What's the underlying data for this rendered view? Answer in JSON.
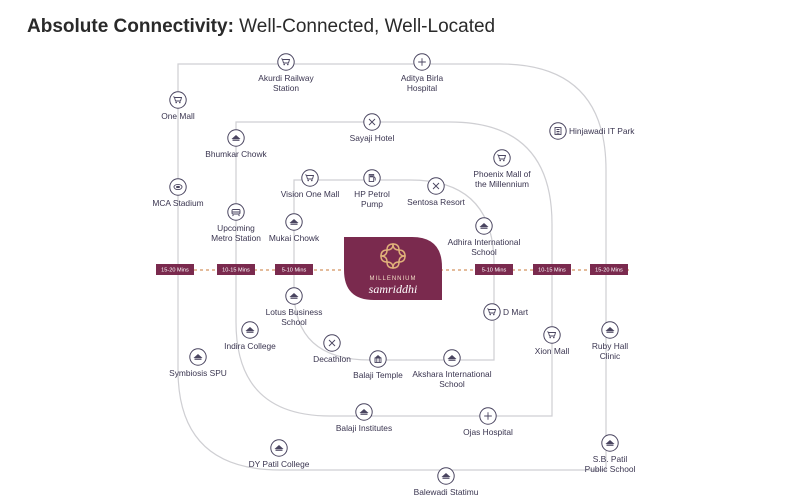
{
  "title": {
    "bold": "Absolute Connectivity:",
    "rest": " Well-Connected, Well-Located"
  },
  "logo": {
    "top": "MILLENNIUM",
    "bottom": "samriddhi",
    "color": "#7a2a4e"
  },
  "accent_color": "#7a2a4e",
  "ring_tags": {
    "left": [
      "15-20 Mins",
      "10-15 Mins",
      "5-10 Mins"
    ],
    "right": [
      "5-10 Mins",
      "10-15 Mins",
      "15-20 Mins"
    ]
  },
  "places": [
    {
      "icon": "cart-icon",
      "label": [
        "Akurdi Railway",
        "Station"
      ]
    },
    {
      "icon": "plus-icon",
      "label": [
        "Aditya Birla",
        "Hospital"
      ]
    },
    {
      "icon": "cart-icon",
      "label": [
        "One Mall"
      ]
    },
    {
      "icon": "office-icon",
      "label": [
        "Hinjawadi IT Park"
      ]
    },
    {
      "icon": "cross-icon",
      "label": [
        "Sayaji Hotel"
      ]
    },
    {
      "icon": "cap-icon",
      "label": [
        "Bhumkar Chowk"
      ]
    },
    {
      "icon": "cart-icon",
      "label": [
        "Phoenix Mall of",
        "the Millennium"
      ]
    },
    {
      "icon": "stadium-icon",
      "label": [
        "MCA Stadium"
      ]
    },
    {
      "icon": "cart-icon",
      "label": [
        "Vision One Mall"
      ]
    },
    {
      "icon": "fuel-icon",
      "label": [
        "HP Petrol",
        "Pump"
      ]
    },
    {
      "icon": "cross-icon",
      "label": [
        "Sentosa Resort"
      ]
    },
    {
      "icon": "metro-icon",
      "label": [
        "Upcoming",
        "Metro Station"
      ]
    },
    {
      "icon": "cap-icon",
      "label": [
        "Mukai Chowk"
      ]
    },
    {
      "icon": "cap-icon",
      "label": [
        "Adhira International",
        "School"
      ]
    },
    {
      "icon": "cap-icon",
      "label": [
        "Lotus Business",
        "School"
      ]
    },
    {
      "icon": "cart-icon",
      "label": [
        "D Mart"
      ]
    },
    {
      "icon": "cap-icon",
      "label": [
        "Indira College"
      ]
    },
    {
      "icon": "cart-icon",
      "label": [
        "Xion Mall"
      ]
    },
    {
      "icon": "cap-icon",
      "label": [
        "Ruby Hall",
        "Clinic"
      ]
    },
    {
      "icon": "cross-icon",
      "label": [
        "Decathlon"
      ]
    },
    {
      "icon": "temple-icon",
      "label": [
        "Balaji Temple"
      ]
    },
    {
      "icon": "cap-icon",
      "label": [
        "Akshara International",
        "School"
      ]
    },
    {
      "icon": "cap-icon",
      "label": [
        "Symbiosis SPU"
      ]
    },
    {
      "icon": "cap-icon",
      "label": [
        "Balaji Institutes"
      ]
    },
    {
      "icon": "plus-icon",
      "label": [
        "Ojas Hospital"
      ]
    },
    {
      "icon": "cap-icon",
      "label": [
        "DY Patil College"
      ]
    },
    {
      "icon": "cap-icon",
      "label": [
        "S.B. Patil",
        "Public School"
      ]
    },
    {
      "icon": "cap-icon",
      "label": [
        "Balewadi Statimu"
      ]
    }
  ]
}
